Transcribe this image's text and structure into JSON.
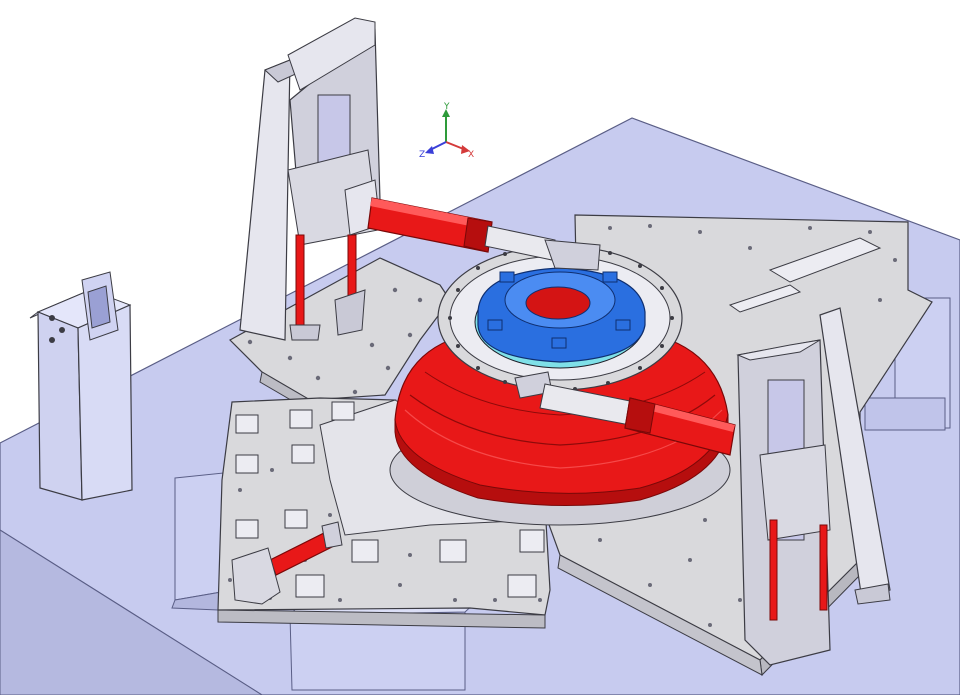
{
  "viewport": {
    "background": "#ffffff"
  },
  "colors": {
    "floor": "#c7cbef",
    "floor_edge": "#5a5e86",
    "plate": "#d9d9dc",
    "plate_edge": "#3c3c44",
    "steel": "#c9c9d6",
    "steel_light": "#e6e6ee",
    "cylinder_red": "#e81818",
    "cylinder_dark": "#9e0c0c",
    "rod": "#e9e9ee",
    "ring_blue": "#2a6fe0",
    "ring_cyan": "#7fe0e8",
    "console": "#d3d6f2",
    "line": "#1e1e28"
  },
  "triad": {
    "x_label": "X",
    "y_label": "Y",
    "z_label": "Z",
    "x_color": "#d43a3a",
    "y_color": "#2e9b3a",
    "z_color": "#3a3fd8"
  },
  "parts": {
    "floor": "floor-plate",
    "base_plates": [
      "left-base-plate",
      "front-base-plate",
      "right-base-plate"
    ],
    "columns": [
      "back-left-lift-column",
      "front-right-lift-column"
    ],
    "hydraulic_cylinders": [
      "rear-hydraulic-cylinder",
      "right-hydraulic-cylinder",
      "front-left-hydraulic-cylinder"
    ],
    "center_assembly": "crusher-mantle-assembly",
    "control_console": "control-console"
  }
}
